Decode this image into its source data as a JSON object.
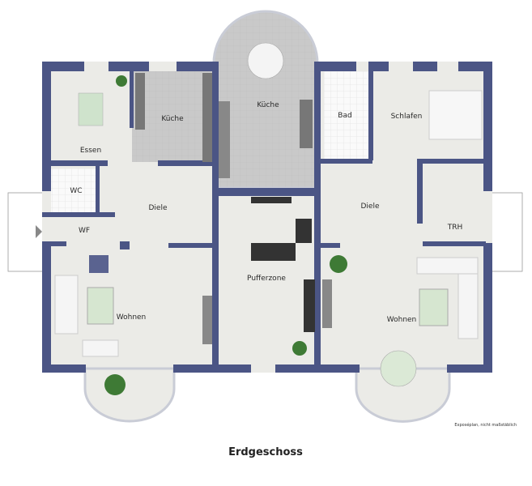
{
  "plan": {
    "title": "Erdgeschoss",
    "note": "Exposéplan, nicht maßstäblich",
    "colors": {
      "wall": "#4b5585",
      "floor": "#ebebe7",
      "tile": "#c9c9c9",
      "furniture": "#3a3a3a",
      "table": "#cfe3cc"
    },
    "rooms": {
      "essen": "Essen",
      "kueche_left": "Küche",
      "kueche_center": "Küche",
      "wc": "WC",
      "wf": "WF",
      "diele_left": "Diele",
      "wohnen_left": "Wohnen",
      "pufferzone": "Pufferzone",
      "bad": "Bad",
      "schlafen": "Schlafen",
      "diele_right": "Diele",
      "trh": "TRH",
      "wohnen_right": "Wohnen"
    }
  }
}
